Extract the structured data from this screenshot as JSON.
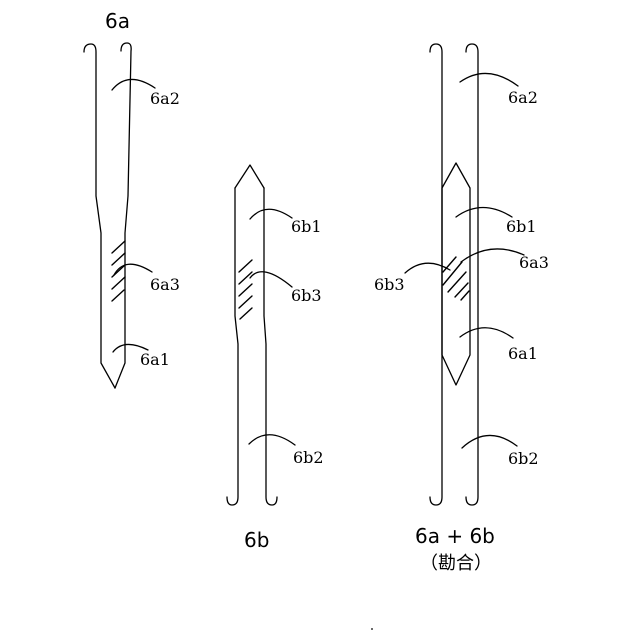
{
  "figures": {
    "a": {
      "caption": "6a",
      "labels": {
        "a2": "6a2",
        "a3": "6a3",
        "a1": "6a1"
      }
    },
    "b": {
      "caption": "6b",
      "labels": {
        "b1": "6b1",
        "b3": "6b3",
        "b2": "6b2"
      }
    },
    "combined": {
      "caption": "6a + 6b",
      "subcaption": "（勘合）",
      "labels": {
        "a2": "6a2",
        "b1": "6b1",
        "a3": "6a3",
        "b3": "6b3",
        "a1": "6a1",
        "b2": "6b2"
      }
    }
  }
}
